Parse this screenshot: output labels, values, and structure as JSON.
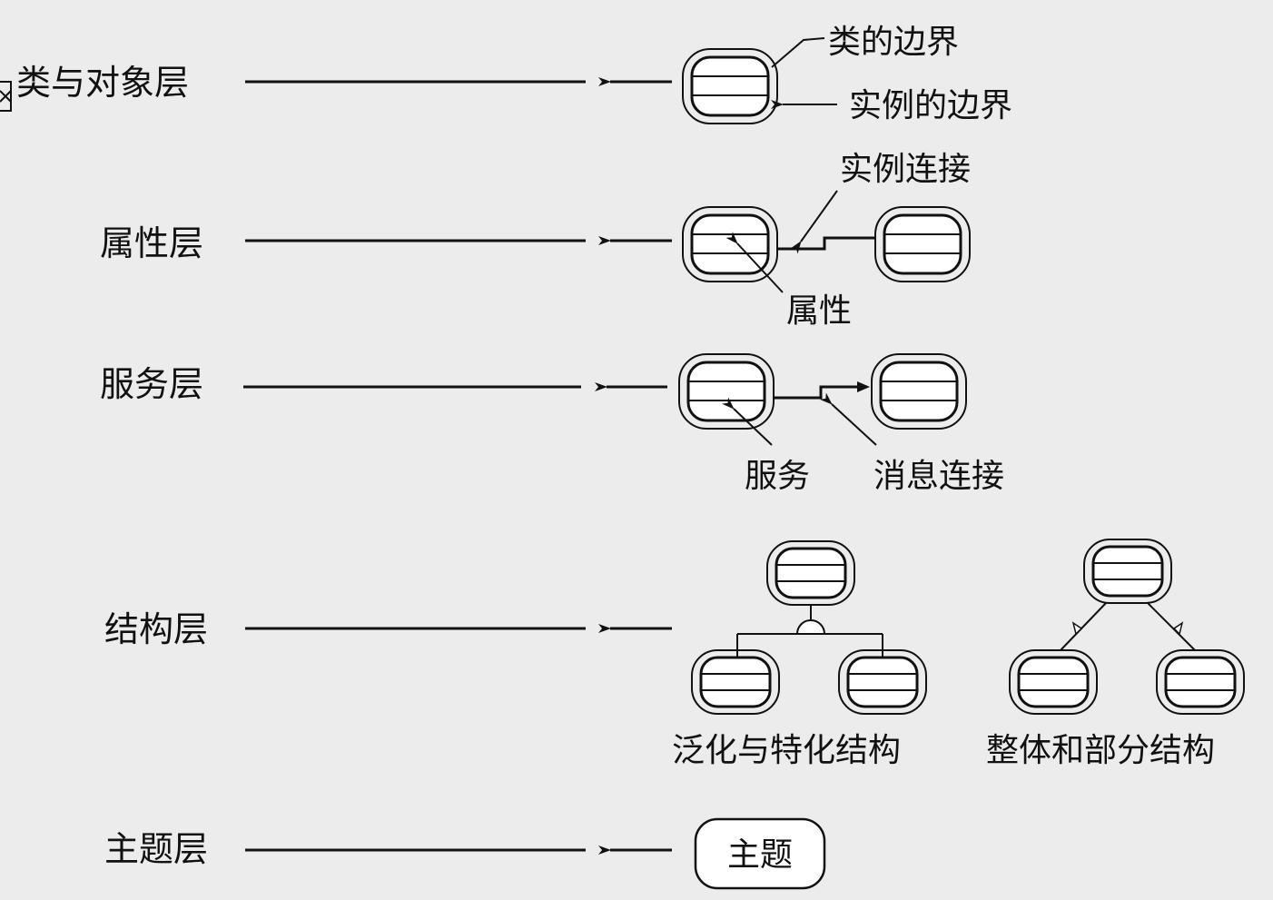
{
  "layers": {
    "class_object": "类与对象层",
    "attribute": "属性层",
    "service": "服务层",
    "structure": "结构层",
    "subject": "主题层"
  },
  "annotations": {
    "class_boundary": "类的边界",
    "instance_boundary": "实例的边界",
    "instance_connection": "实例连接",
    "attribute": "属性",
    "service": "服务",
    "message_connection": "消息连接",
    "gen_spec_structure": "泛化与特化结构",
    "whole_part_structure": "整体和部分结构",
    "subject": "主题"
  }
}
